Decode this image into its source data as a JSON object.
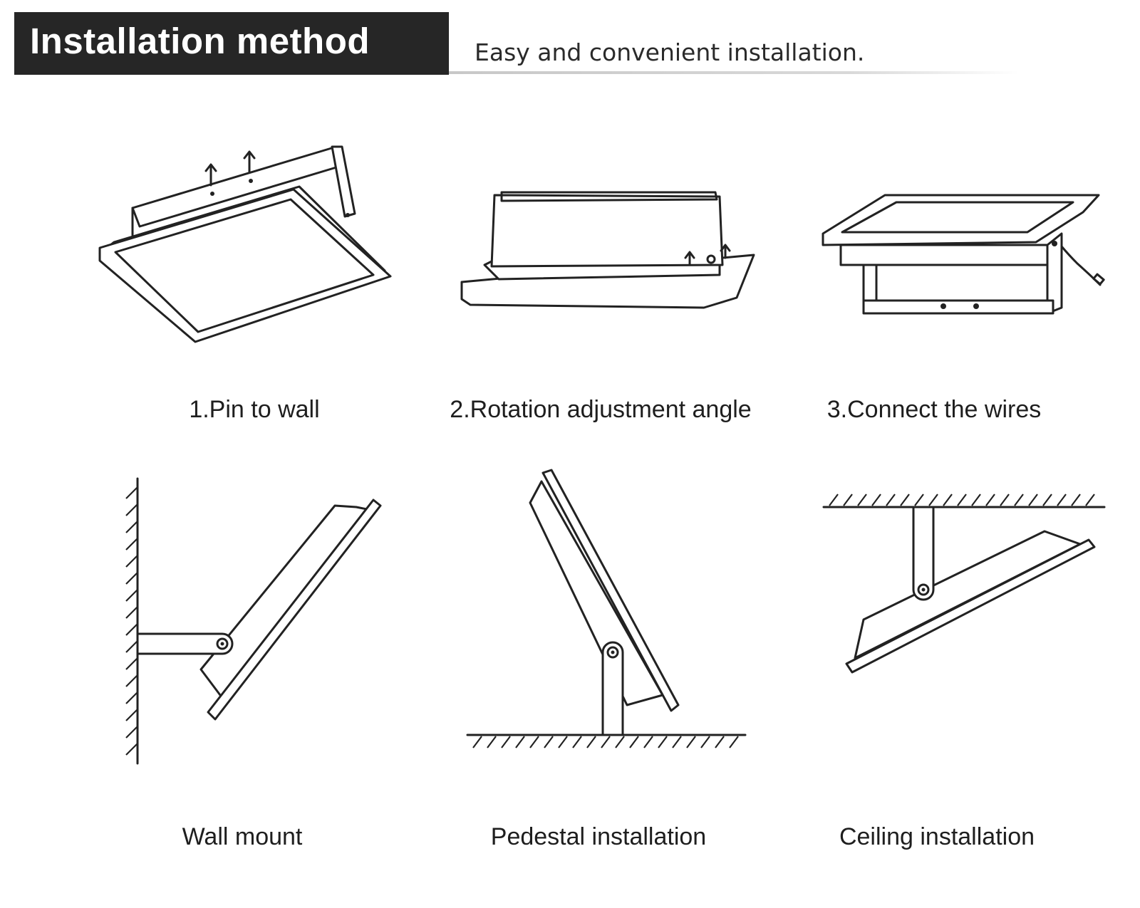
{
  "header": {
    "title": "Installation method",
    "subtitle": "Easy and convenient installation."
  },
  "steps": [
    {
      "label": "1.Pin to wall",
      "icon": "pin-to-wall-illustration"
    },
    {
      "label": "2.Rotation adjustment angle",
      "icon": "rotation-adjustment-illustration"
    },
    {
      "label": "3.Connect the wires",
      "icon": "connect-wires-illustration"
    }
  ],
  "methods": [
    {
      "label": "Wall mount",
      "icon": "wall-mount-illustration"
    },
    {
      "label": "Pedestal installation",
      "icon": "pedestal-installation-illustration"
    },
    {
      "label": "Ceiling installation",
      "icon": "ceiling-installation-illustration"
    }
  ],
  "colors": {
    "header_bg": "#262626",
    "header_text": "#ffffff",
    "line": "#222222"
  }
}
